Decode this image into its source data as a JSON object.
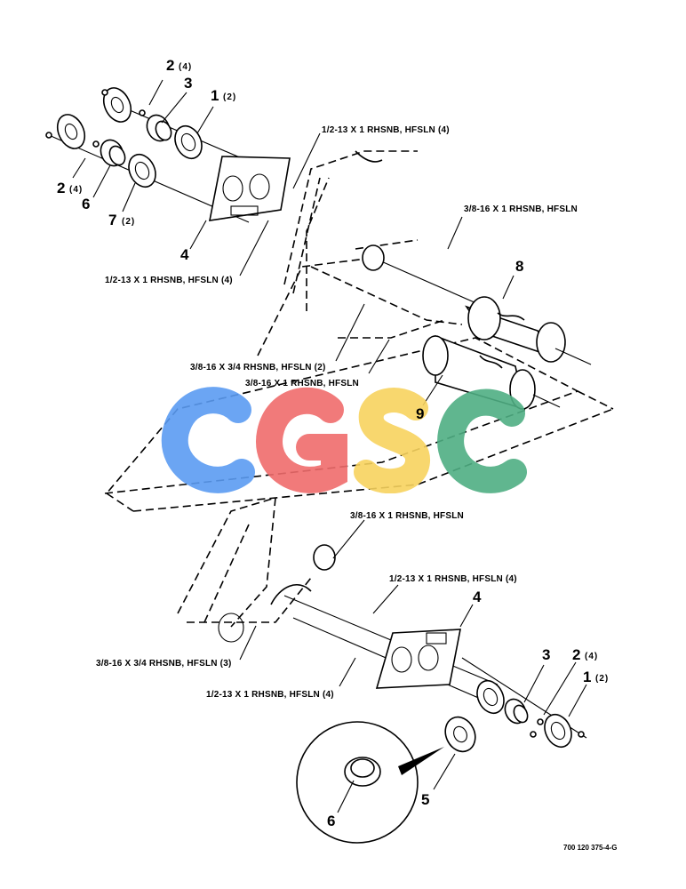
{
  "watermark": {
    "letters": "CGSC",
    "colors": [
      "#5b9bf2",
      "#ef6b6b",
      "#f7d35e",
      "#4fae83"
    ]
  },
  "callouts": {
    "top_left_2": "2",
    "top_left_2_qty": "(4)",
    "top_left_3": "3",
    "top_left_1": "1",
    "top_left_1_qty": "(2)",
    "left_2": "2",
    "left_2_qty": "(4)",
    "left_6": "6",
    "left_7": "7",
    "left_7_qty": "(2)",
    "top_4": "4",
    "item_8": "8",
    "item_9": "9",
    "bottom_4": "4",
    "bottom_3": "3",
    "bottom_2": "2",
    "bottom_2_qty": "(4)",
    "bottom_1": "1",
    "bottom_1_qty": "(2)",
    "bottom_5": "5",
    "detail_6": "6"
  },
  "hardware_labels": {
    "hw1": "1/2-13 X 1 RHSNB, HFSLN (4)",
    "hw2": "1/2-13 X 1 RHSNB, HFSLN (4)",
    "hw3": "3/8-16 X 1 RHSNB, HFSLN",
    "hw4": "3/8-16 X 3/4 RHSNB, HFSLN (2)",
    "hw5": "3/8-16 X 1 RHSNB, HFSLN",
    "hw6": "3/8-16 X 1 RHSNB, HFSLN",
    "hw7": "1/2-13 X 1 RHSNB, HFSLN (4)",
    "hw8": "3/8-16 X 3/4 RHSNB, HFSLN (3)",
    "hw9": "1/2-13 X 1 RHSNB, HFSLN (4)"
  },
  "figure_number": "700 120 375-4-G"
}
